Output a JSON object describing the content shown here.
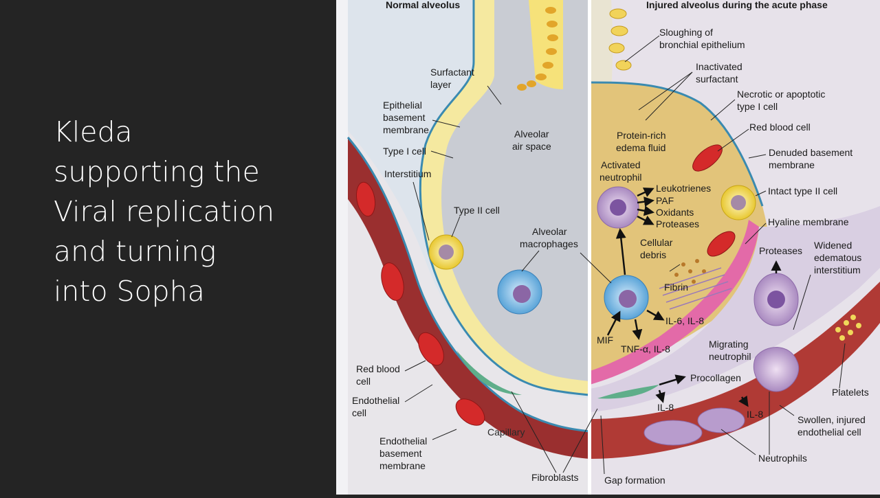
{
  "slide": {
    "lines": [
      "Kleda",
      "supporting the",
      "Viral replication",
      "and turning",
      "into Sopha"
    ]
  },
  "diagram": {
    "headers": {
      "normal": "Normal alveolus",
      "injured": "Injured alveolus during the acute phase"
    },
    "normal_labels": {
      "surfactant_layer": [
        "Surfactant",
        "layer"
      ],
      "epithelial_bm": [
        "Epithelial",
        "basement",
        "membrane"
      ],
      "type1": "Type I cell",
      "interstitium": "Interstitium",
      "alveolar_air": [
        "Alveolar",
        "air space"
      ],
      "type2": "Type II cell",
      "alveolar_macro": [
        "Alveolar",
        "macrophages"
      ],
      "rbc": [
        "Red blood",
        "cell"
      ],
      "endothelial": [
        "Endothelial",
        "cell"
      ],
      "endothelial_bm": [
        "Endothelial",
        "basement",
        "membrane"
      ],
      "capillary": "Capillary",
      "fibroblasts": "Fibroblasts"
    },
    "injured_labels": {
      "sloughing": [
        "Sloughing of",
        "bronchial epithelium"
      ],
      "inactivated": [
        "Inactivated",
        "surfactant"
      ],
      "necrotic": [
        "Necrotic or apoptotic",
        "type I cell"
      ],
      "rbc": "Red blood cell",
      "protein_rich": [
        "Protein-rich",
        "edema fluid"
      ],
      "denuded": [
        "Denuded basement",
        "membrane"
      ],
      "activated_neutrophil": [
        "Activated",
        "neutrophil"
      ],
      "mediators": [
        "Leukotrienes",
        "PAF",
        "Oxidants",
        "Proteases"
      ],
      "intact_type2": "Intact type II cell",
      "hyaline": "Hyaline membrane",
      "cellular_debris": [
        "Cellular",
        "debris"
      ],
      "proteases": "Proteases",
      "widened": [
        "Widened",
        "edematous",
        "interstitium"
      ],
      "fibrin": "Fibrin",
      "il6": "IL-6, IL-8",
      "mif": "MIF",
      "tnf": "TNF-α, IL-8",
      "migrating": [
        "Migrating",
        "neutrophil"
      ],
      "procollagen": "Procollagen",
      "il8_a": "IL-8",
      "il8_b": "IL-8",
      "platelets": "Platelets",
      "swollen": [
        "Swollen, injured",
        "endothelial cell"
      ],
      "neutrophils": "Neutrophils",
      "gap": "Gap formation"
    }
  }
}
